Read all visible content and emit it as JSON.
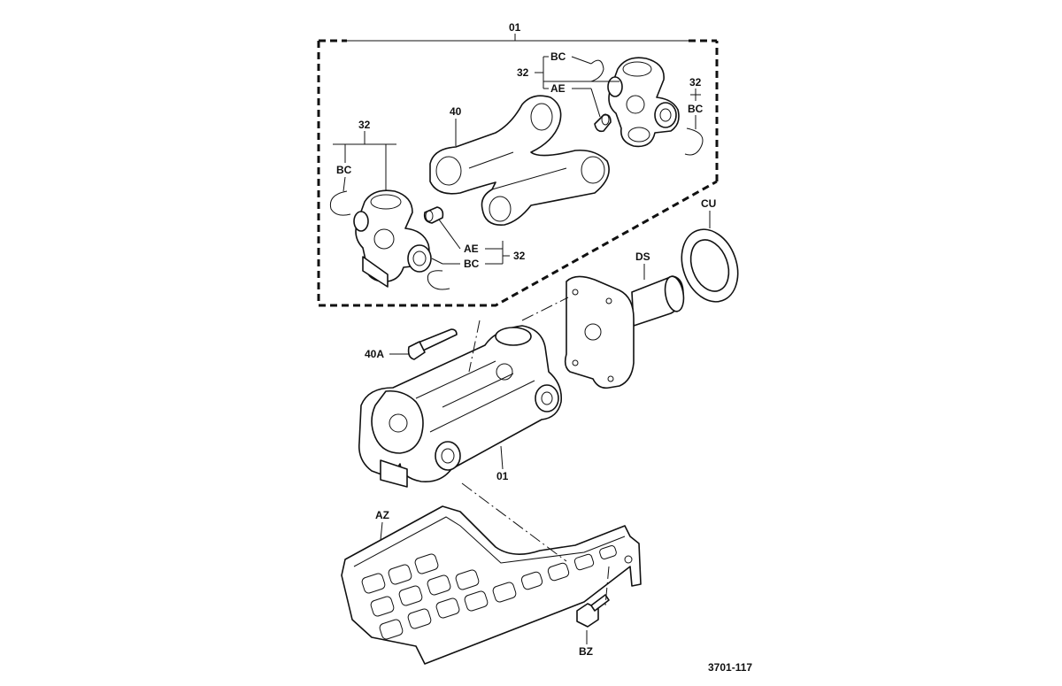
{
  "diagram": {
    "drawing_number": "3701-117",
    "callouts": {
      "assembly_top": "01",
      "assembly_bottom": "01",
      "yoke_link": "40",
      "bolt": "40A",
      "kit_left": "32",
      "kit_right_top": "32",
      "kit_right_side": "32",
      "kit_bottom": "32",
      "circlip_right_top": "BC",
      "circlip_right_side": "BC",
      "circlip_left": "BC",
      "circlip_bottom": "BC",
      "grease_nipple_right": "AE",
      "grease_nipple_left": "AE",
      "seal_ring": "CU",
      "drive_shaft": "DS",
      "guard": "AZ",
      "guard_bolt": "BZ"
    }
  }
}
